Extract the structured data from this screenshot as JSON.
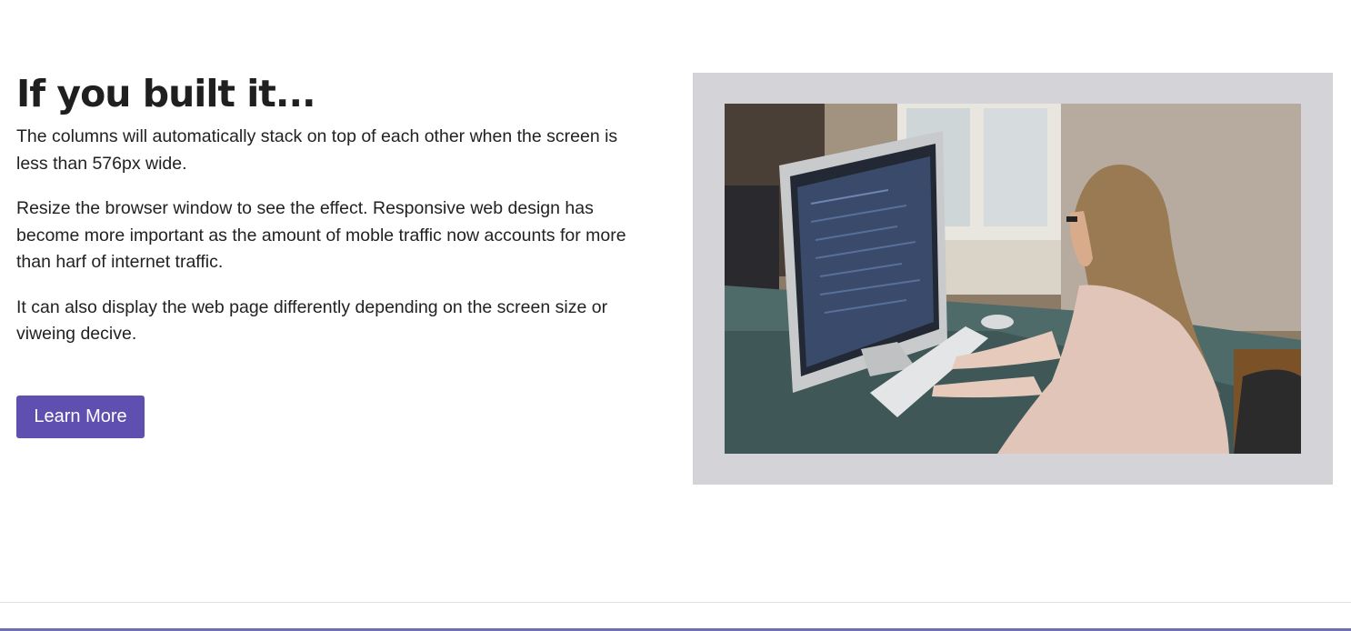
{
  "hero": {
    "title": "If you built it...",
    "paragraphs": [
      "The columns will automatically stack on top of each other when the screen is less than 576px wide.",
      "Resize the browser window to see the effect. Responsive web design has become more important as the amount of moble traffic now accounts for more than harf of internet traffic.",
      "It can also display the web page differently depending on the screen size or viweing decive."
    ],
    "button_label": "Learn More"
  },
  "colors": {
    "button": "#5f4fb0",
    "image_frame": "#d4d4d8",
    "bottom_line": "#6f6fb6"
  }
}
